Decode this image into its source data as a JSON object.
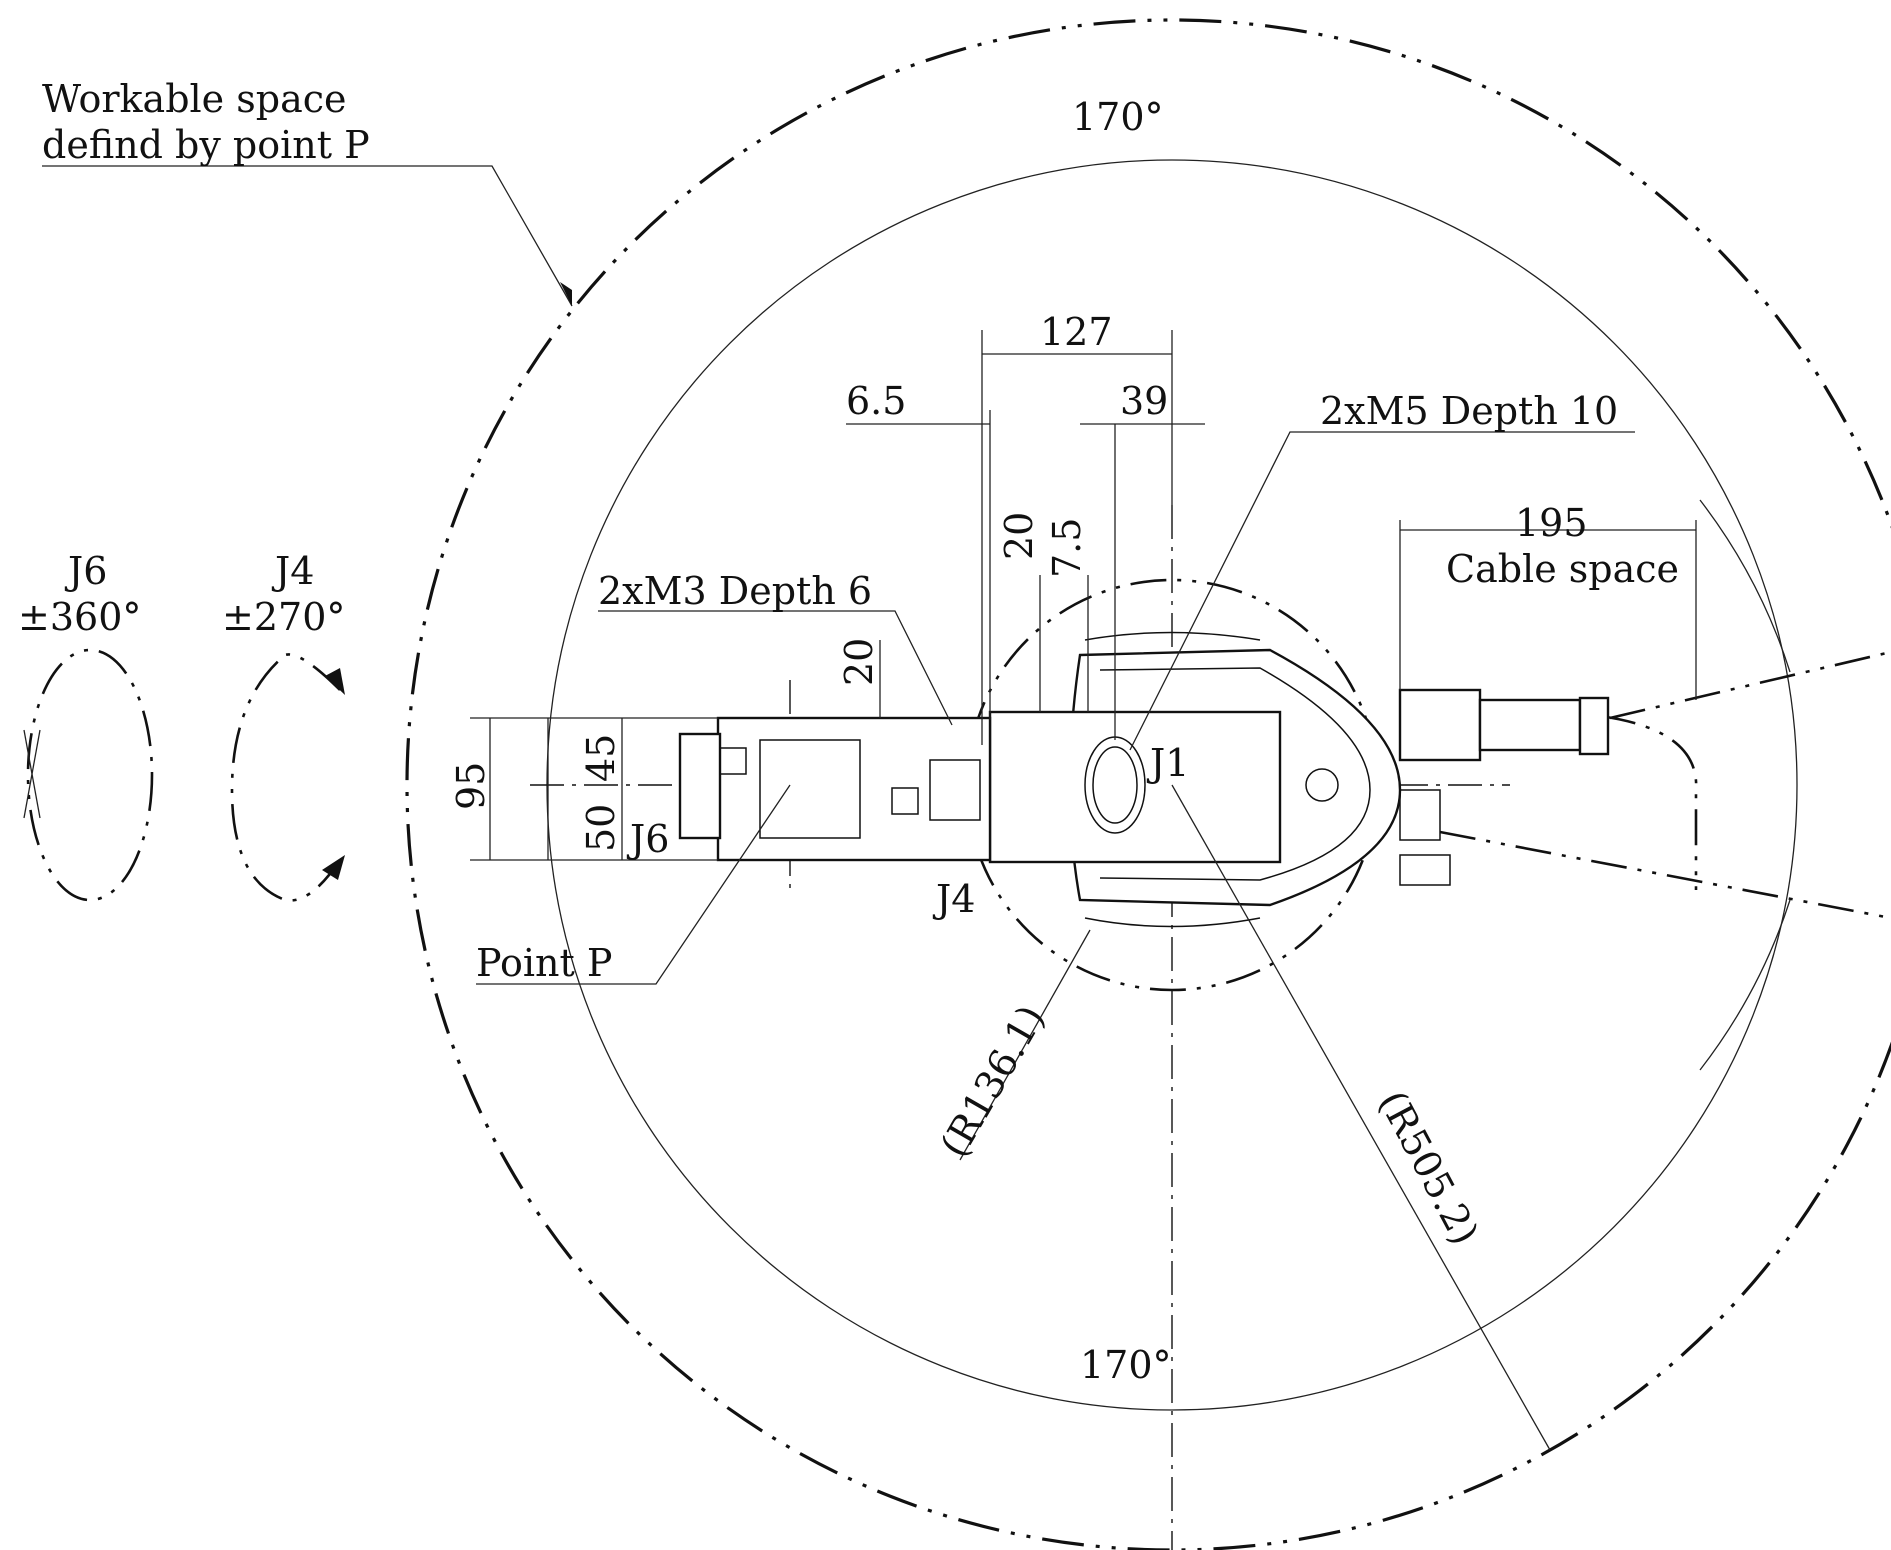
{
  "labels": {
    "workable_line1": "Workable space",
    "workable_line2": "defind by point P",
    "angle_top": "170°",
    "angle_bottom": "170°",
    "dim_127": "127",
    "dim_6_5": "6.5",
    "dim_39": "39",
    "dim_2xm5": "2xM5 Depth 10",
    "dim_195": "195",
    "cable_space": "Cable space",
    "dim_20_top": "20",
    "dim_7_5": "7.5",
    "dim_20_left": "20",
    "dim_2xm3": "2xM3 Depth 6",
    "dim_95": "95",
    "dim_45": "45",
    "dim_50": "50",
    "j6_label": "J6",
    "j6_range": "±360°",
    "j4_label": "J4",
    "j4_range": "±270°",
    "j6_mark": "J6",
    "j4_mark": "J4",
    "j1_mark": "J1",
    "point_p": "Point P",
    "r136": "(R136.1)",
    "r505": "(R505.2)"
  },
  "colors": {
    "line": "#111111",
    "background": "#ffffff"
  }
}
